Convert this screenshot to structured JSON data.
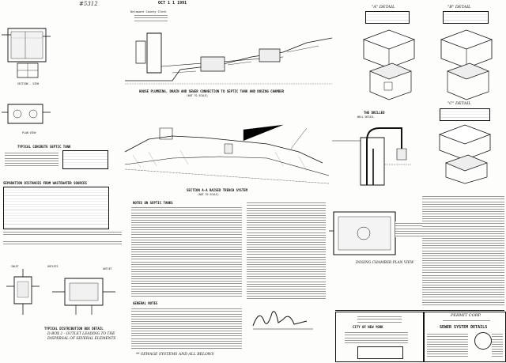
{
  "header": {
    "drawing_number": "#5312",
    "received_stamp": "OCT 1 1 1991",
    "county": "Delaware County Clerk"
  },
  "main_section": {
    "title": "HOUSE PLUMBING, DRAIN AND SEWER CONNECTION TO SEPTIC TANK AND DOSING CHAMBER",
    "scale": "(NOT TO SCALE)"
  },
  "trench_section": {
    "title": "SECTION A-A RAISED TRENCH SYSTEM",
    "scale": "(NOT TO SCALE)"
  },
  "septic_tank": {
    "section_label": "SECTION - VIEW",
    "plan_label": "PLAN VIEW",
    "title": "TYPICAL CONCRETE SEPTIC TANK"
  },
  "separation": {
    "title": "SEPARATION DISTANCES FROM WASTEWATER SOURCES"
  },
  "distribution": {
    "title": "TYPICAL DISTRIBUTION BOX DETAIL",
    "inlet_label": "INLET",
    "outlets_label": "OUTLETS",
    "outlet_label": "OUTLET",
    "note_line1": "D-BOX 2 - OUTLET LEADING TO THE",
    "note_line2": "DISPERSAL OF SEVERAL ELEMENTS"
  },
  "well": {
    "title": "THE DRILLED",
    "subtitle": "WELL DETAIL"
  },
  "dosing": {
    "label": "DOSING CHAMBER PLAN VIEW"
  },
  "details": {
    "a_label": "\"A\" DETAIL",
    "b_label": "\"B\" DETAIL",
    "c_label": "\"C\" DETAIL"
  },
  "notes": {
    "septic_heading": "NOTES ON SEPTIC TANKS",
    "general_heading": "GENERAL NOTES",
    "final_note": "** SEWAGE SYSTEMS AND ALL BELOWS"
  },
  "title_block": {
    "project_name": "SEWER SYSTEM DETAILS",
    "owner": "PERMIT CORP.",
    "firm": "CITY OF NEW YORK"
  }
}
